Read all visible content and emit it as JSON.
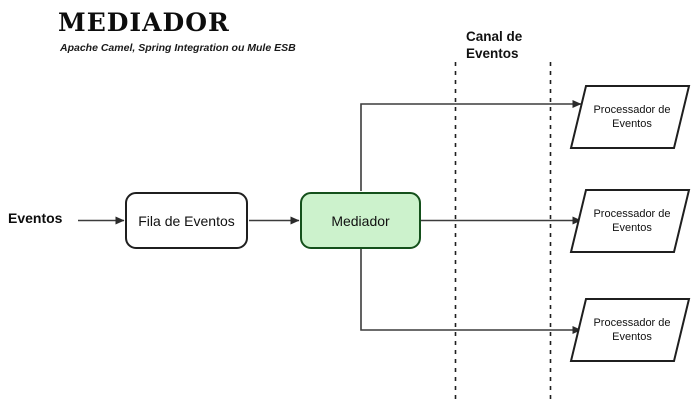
{
  "header": {
    "title": "Mediador",
    "subtitle": "Apache Camel, Spring Integration ou Mule ESB"
  },
  "diagram": {
    "type": "flow-diagram",
    "channel": {
      "label": "Canal de\nEventos",
      "dashed_line_x": [
        455,
        550
      ],
      "dashed_line_y_range": [
        62,
        400
      ]
    },
    "input_label": "Eventos",
    "queue": {
      "label": "Fila de Eventos"
    },
    "mediator": {
      "label": "Mediador",
      "fill": "#ccf2cc",
      "stroke": "#14501b"
    },
    "processors": [
      {
        "label": "Processador de\nEventos"
      },
      {
        "label": "Processador de\nEventos"
      },
      {
        "label": "Processador de\nEventos"
      }
    ],
    "colors": {
      "line": "#3c3c3c",
      "shape_stroke": "#1f1f1f",
      "text": "#111111",
      "background": "#ffffff"
    }
  }
}
